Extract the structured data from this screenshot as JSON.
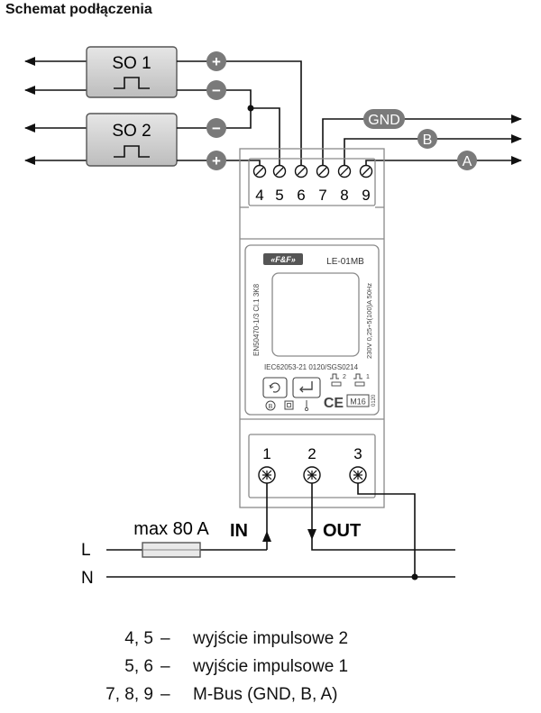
{
  "title": "Schemat podłączenia",
  "so_modules": [
    {
      "label": "SO 1",
      "pins": [
        "+",
        "−"
      ]
    },
    {
      "label": "SO 2",
      "pins": [
        "−",
        "+"
      ]
    }
  ],
  "bus_labels": [
    "GND",
    "B",
    "A"
  ],
  "top_terminals": [
    "4",
    "5",
    "6",
    "7",
    "8",
    "9"
  ],
  "bottom_terminals": [
    "1",
    "2",
    "3"
  ],
  "meter": {
    "brand": "«F&F»",
    "model": "LE-01MB",
    "side_text_left": "EN50470-1/3 Cl.1 3K8",
    "side_text_right": "230V  0,25÷5(100)A 50Hz",
    "cert": "IEC62053-21  0120/SGS0214",
    "pulse_labels": [
      "2",
      "1"
    ],
    "m_mark": "M16",
    "m_mark_sub": "0120",
    "ce": "CE"
  },
  "fuse_label": "max 80 A",
  "in_label": "IN",
  "out_label": "OUT",
  "lines": [
    "L",
    "N"
  ],
  "legend": [
    {
      "terms": "4, 5",
      "dash": "–",
      "desc": "wyjście impulsowe 2"
    },
    {
      "terms": "5, 6",
      "dash": "–",
      "desc": "wyjście impulsowe 1"
    },
    {
      "terms": "7, 8, 9",
      "dash": "–",
      "desc": "M-Bus (GND, B, A)"
    }
  ]
}
